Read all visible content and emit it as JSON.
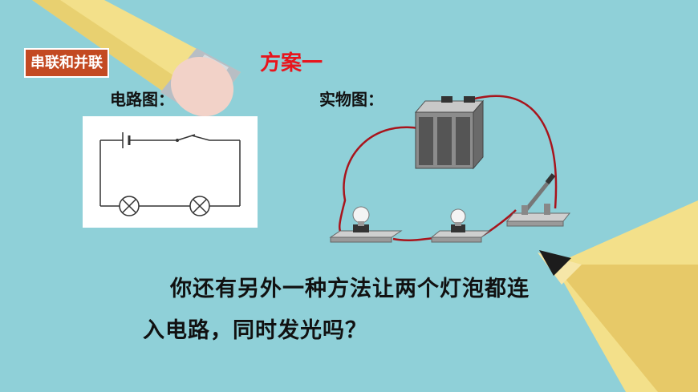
{
  "section_tag": "串联和并联",
  "title": "方案一",
  "labels": {
    "circuit_diagram": "电路图：",
    "physical_diagram": "实物图："
  },
  "question": {
    "line1": "你还有另外一种方法让两个灯泡都连",
    "line2": "入电路，同时发光吗？"
  },
  "colors": {
    "background": "#8fd0d8",
    "tag_bg": "#c34a22",
    "title": "#e8141c",
    "wire": "#a8141c",
    "pencil_wood": "#f3e08a",
    "eraser": "#f2d2c8"
  }
}
